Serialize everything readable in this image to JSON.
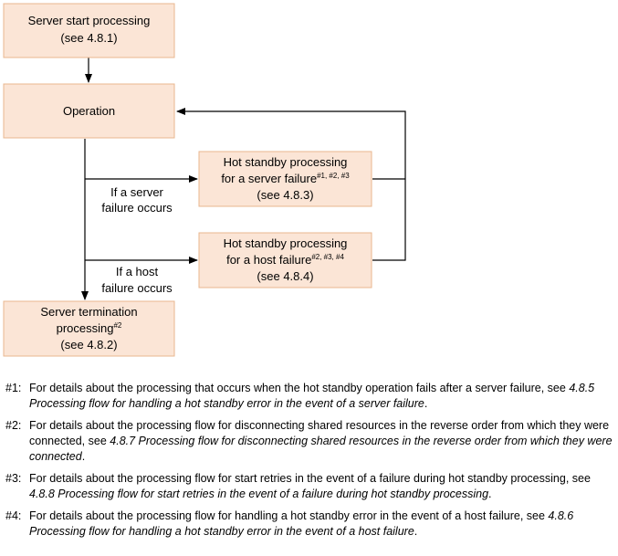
{
  "colors": {
    "box_fill": "#fbe5d6",
    "box_border": "#e8b78f",
    "line": "#000000"
  },
  "boxes": {
    "server_start": {
      "line1": "Server start processing",
      "line2": "(see 4.8.1)"
    },
    "operation": {
      "line1": "Operation"
    },
    "hot_standby_server": {
      "line1": "Hot standby processing",
      "line2": "for a server failure",
      "sup": "#1, #2, #3",
      "line3": "(see 4.8.3)"
    },
    "hot_standby_host": {
      "line1": "Hot standby processing",
      "line2": "for a host failure",
      "sup": "#2, #3, #4",
      "line3": "(see 4.8.4)"
    },
    "server_termination": {
      "line1": "Server termination",
      "line2": "processing",
      "sup": "#2",
      "line3": "(see 4.8.2)"
    }
  },
  "edge_labels": {
    "server_failure_line1": "If a server",
    "server_failure_line2": "failure occurs",
    "host_failure_line1": "If a host",
    "host_failure_line2": "failure occurs"
  },
  "notes": [
    {
      "marker": "#1:",
      "text": "For details about the processing that occurs when the hot standby operation fails after a server failure, see ",
      "ref": "4.8.5 Processing flow for handling a hot standby error in the event of a server failure",
      "end": "."
    },
    {
      "marker": "#2:",
      "text": "For details about the processing flow for disconnecting shared resources in the reverse order from which they were connected, see ",
      "ref": "4.8.7 Processing flow for disconnecting shared resources in the reverse order from which they were connected",
      "end": "."
    },
    {
      "marker": "#3:",
      "text": "For details about the processing flow for start retries in the event of a failure during hot standby processing, see ",
      "ref": "4.8.8 Processing flow for start retries in the event of a failure during hot standby processing",
      "end": "."
    },
    {
      "marker": "#4:",
      "text": "For details about the processing flow for handling a hot standby error in the event of a host failure, see ",
      "ref": "4.8.6 Processing flow for handling a hot standby error in the event of a host failure",
      "end": "."
    }
  ]
}
